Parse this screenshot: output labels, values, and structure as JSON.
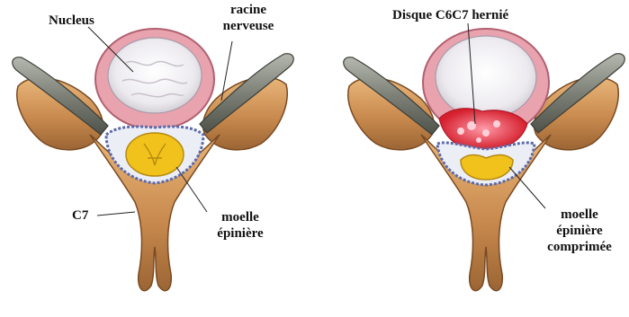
{
  "labels": {
    "nucleus": "Nucleus",
    "racine_l1": "racine",
    "racine_l2": "nerveuse",
    "c7": "C7",
    "moelle_l1": "moelle",
    "moelle_l2": "épinière",
    "disque": "Disque C6C7 hernié",
    "moelle_comp_l1": "moelle",
    "moelle_comp_l2": "épinière",
    "moelle_comp_l3": "comprimée"
  },
  "colors": {
    "bone": "#c98a4e",
    "bone_dark": "#8a5a2e",
    "bone_light": "#e8b87e",
    "disc_ring": "#d98a98",
    "disc_inner": "#f5f3f5",
    "nerve": "#8a8e84",
    "cord": "#f0c020",
    "membrane": "#7a86b8",
    "hernia": "#e03040"
  }
}
